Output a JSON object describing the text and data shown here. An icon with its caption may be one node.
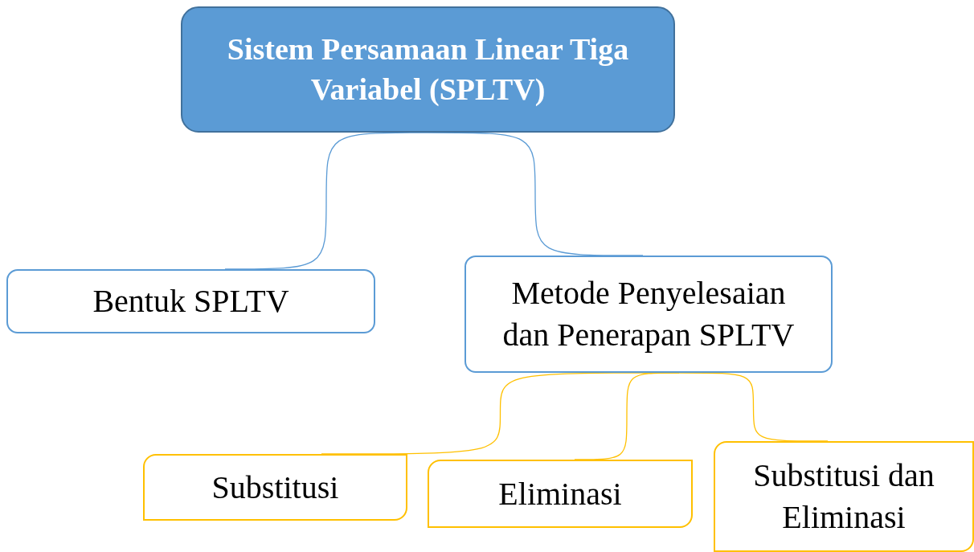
{
  "diagram": {
    "nodes": [
      {
        "text": [
          "Sistem Persamaan Linear Tiga Variabel (SPLTV)"
        ]
      },
      {
        "text": [
          "Bentuk SPLTV"
        ]
      },
      {
        "text": [
          "Metode Penyelesaian dan Penerapan SPLTV"
        ]
      },
      {
        "text": [
          "Substitusi"
        ]
      },
      {
        "text": [
          "Eliminasi"
        ]
      },
      {
        "text": [
          "Substitusi dan Eliminasi"
        ]
      }
    ],
    "edges": [
      {
        "from": 0,
        "to": 1,
        "arrow": "none",
        "color": "#5b9bd5"
      },
      {
        "from": 0,
        "to": 2,
        "arrow": "none",
        "color": "#5b9bd5"
      },
      {
        "from": 2,
        "to": 3,
        "arrow": "none"
      },
      {
        "from": 2,
        "to": 4,
        "arrow": "none"
      },
      {
        "from": 2,
        "to": 5,
        "arrow": "none"
      }
    ]
  }
}
